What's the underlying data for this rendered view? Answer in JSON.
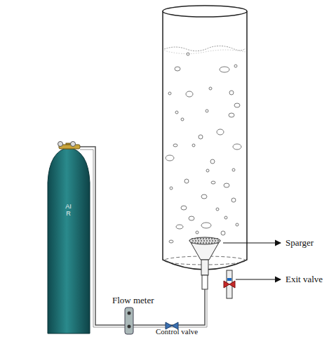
{
  "diagram": {
    "labels": [
      "Sparger",
      "Exit valve",
      "Flow meter",
      "Control valve",
      "AIR"
    ]
  }
}
